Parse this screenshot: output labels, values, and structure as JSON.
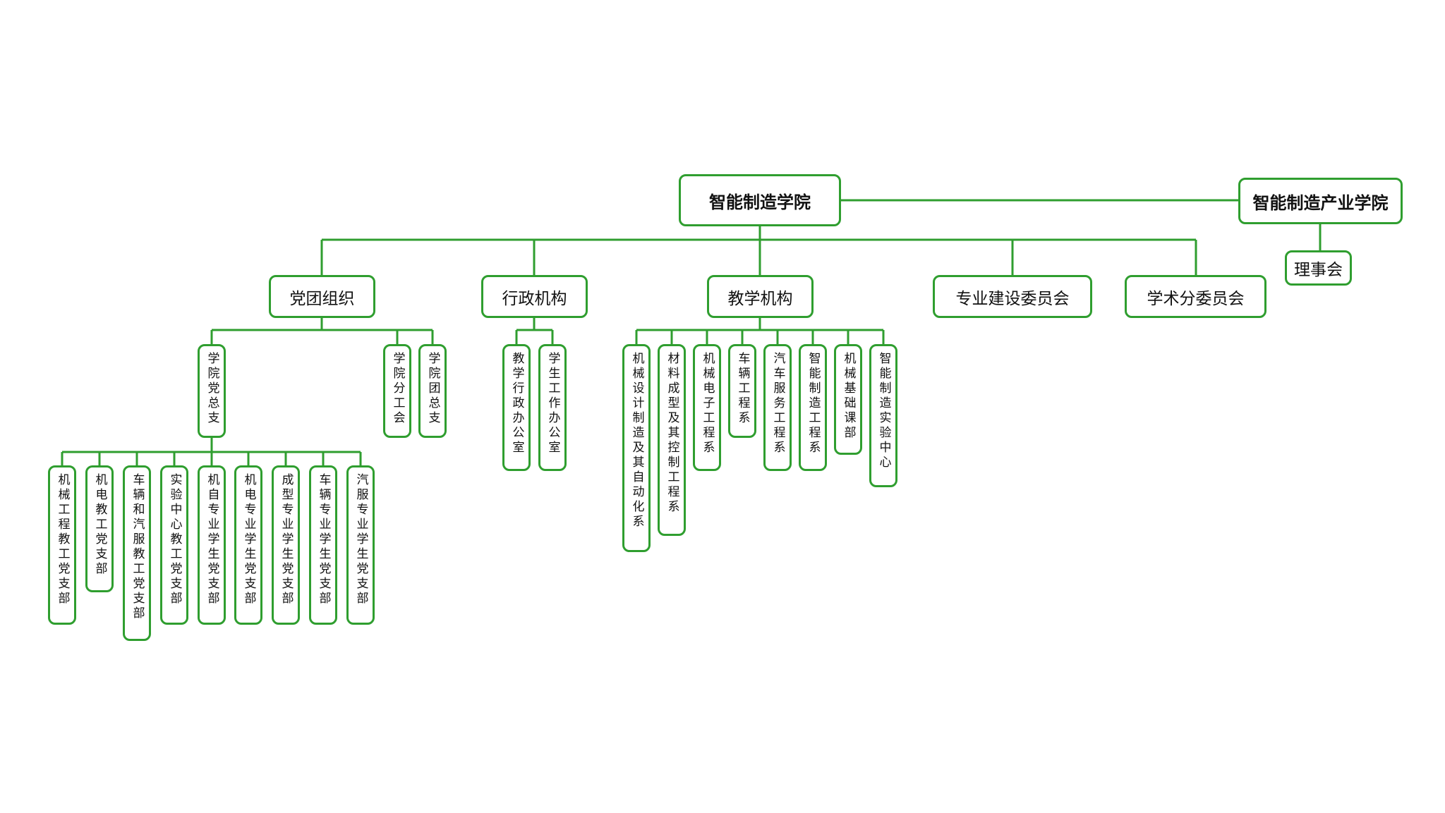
{
  "root": {
    "label": "智能制造学院"
  },
  "industry": {
    "label": "智能制造产业学院",
    "child": "理事会"
  },
  "groups": {
    "party": {
      "label": "党团组织",
      "branch": {
        "label": "学院党总支",
        "children": [
          "机械工程教工党支部",
          "机电教工党支部",
          "车辆和汽服教工党支部",
          "实验中心教工党支部",
          "机自专业学生党支部",
          "机电专业学生党支部",
          "成型专业学生党支部",
          "车辆专业学生党支部",
          "汽服专业学生党支部"
        ]
      },
      "others": [
        "学院分工会",
        "学院团总支"
      ]
    },
    "admin": {
      "label": "行政机构",
      "children": [
        "教学行政办公室",
        "学生工作办公室"
      ]
    },
    "teaching": {
      "label": "教学机构",
      "children": [
        "机械设计制造及其自动化系",
        "材料成型及其控制工程系",
        "机械电子工程系",
        "车辆工程系",
        "汽车服务工程系",
        "智能制造工程系",
        "机械基础课部",
        "智能制造实验中心"
      ]
    },
    "committee1": {
      "label": "专业建设委员会"
    },
    "committee2": {
      "label": "学术分委员会"
    }
  },
  "colors": {
    "line": "#2f9e2f",
    "border": "#2f9e2f"
  }
}
